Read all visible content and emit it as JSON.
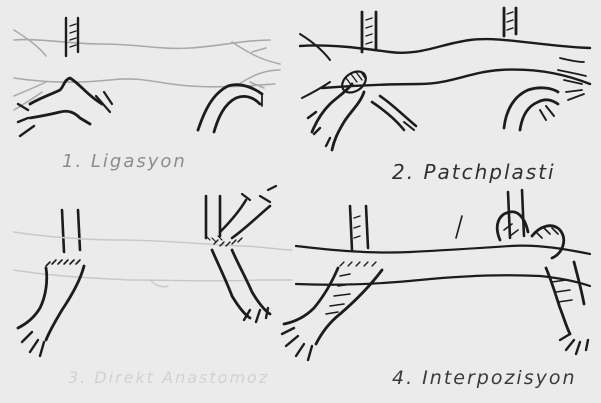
{
  "panels": [
    {
      "id": "panel-1",
      "caption": "1. Ligasyon"
    },
    {
      "id": "panel-2",
      "caption": "2. Patchplasti"
    },
    {
      "id": "panel-3",
      "caption": "3. Direkt Anastomoz"
    },
    {
      "id": "panel-4",
      "caption": "4. Interpozisyon"
    }
  ],
  "colors": {
    "paper": "#ebebeb",
    "ink": "#1c1c1c",
    "faint_ink": "#a9a9a9"
  }
}
